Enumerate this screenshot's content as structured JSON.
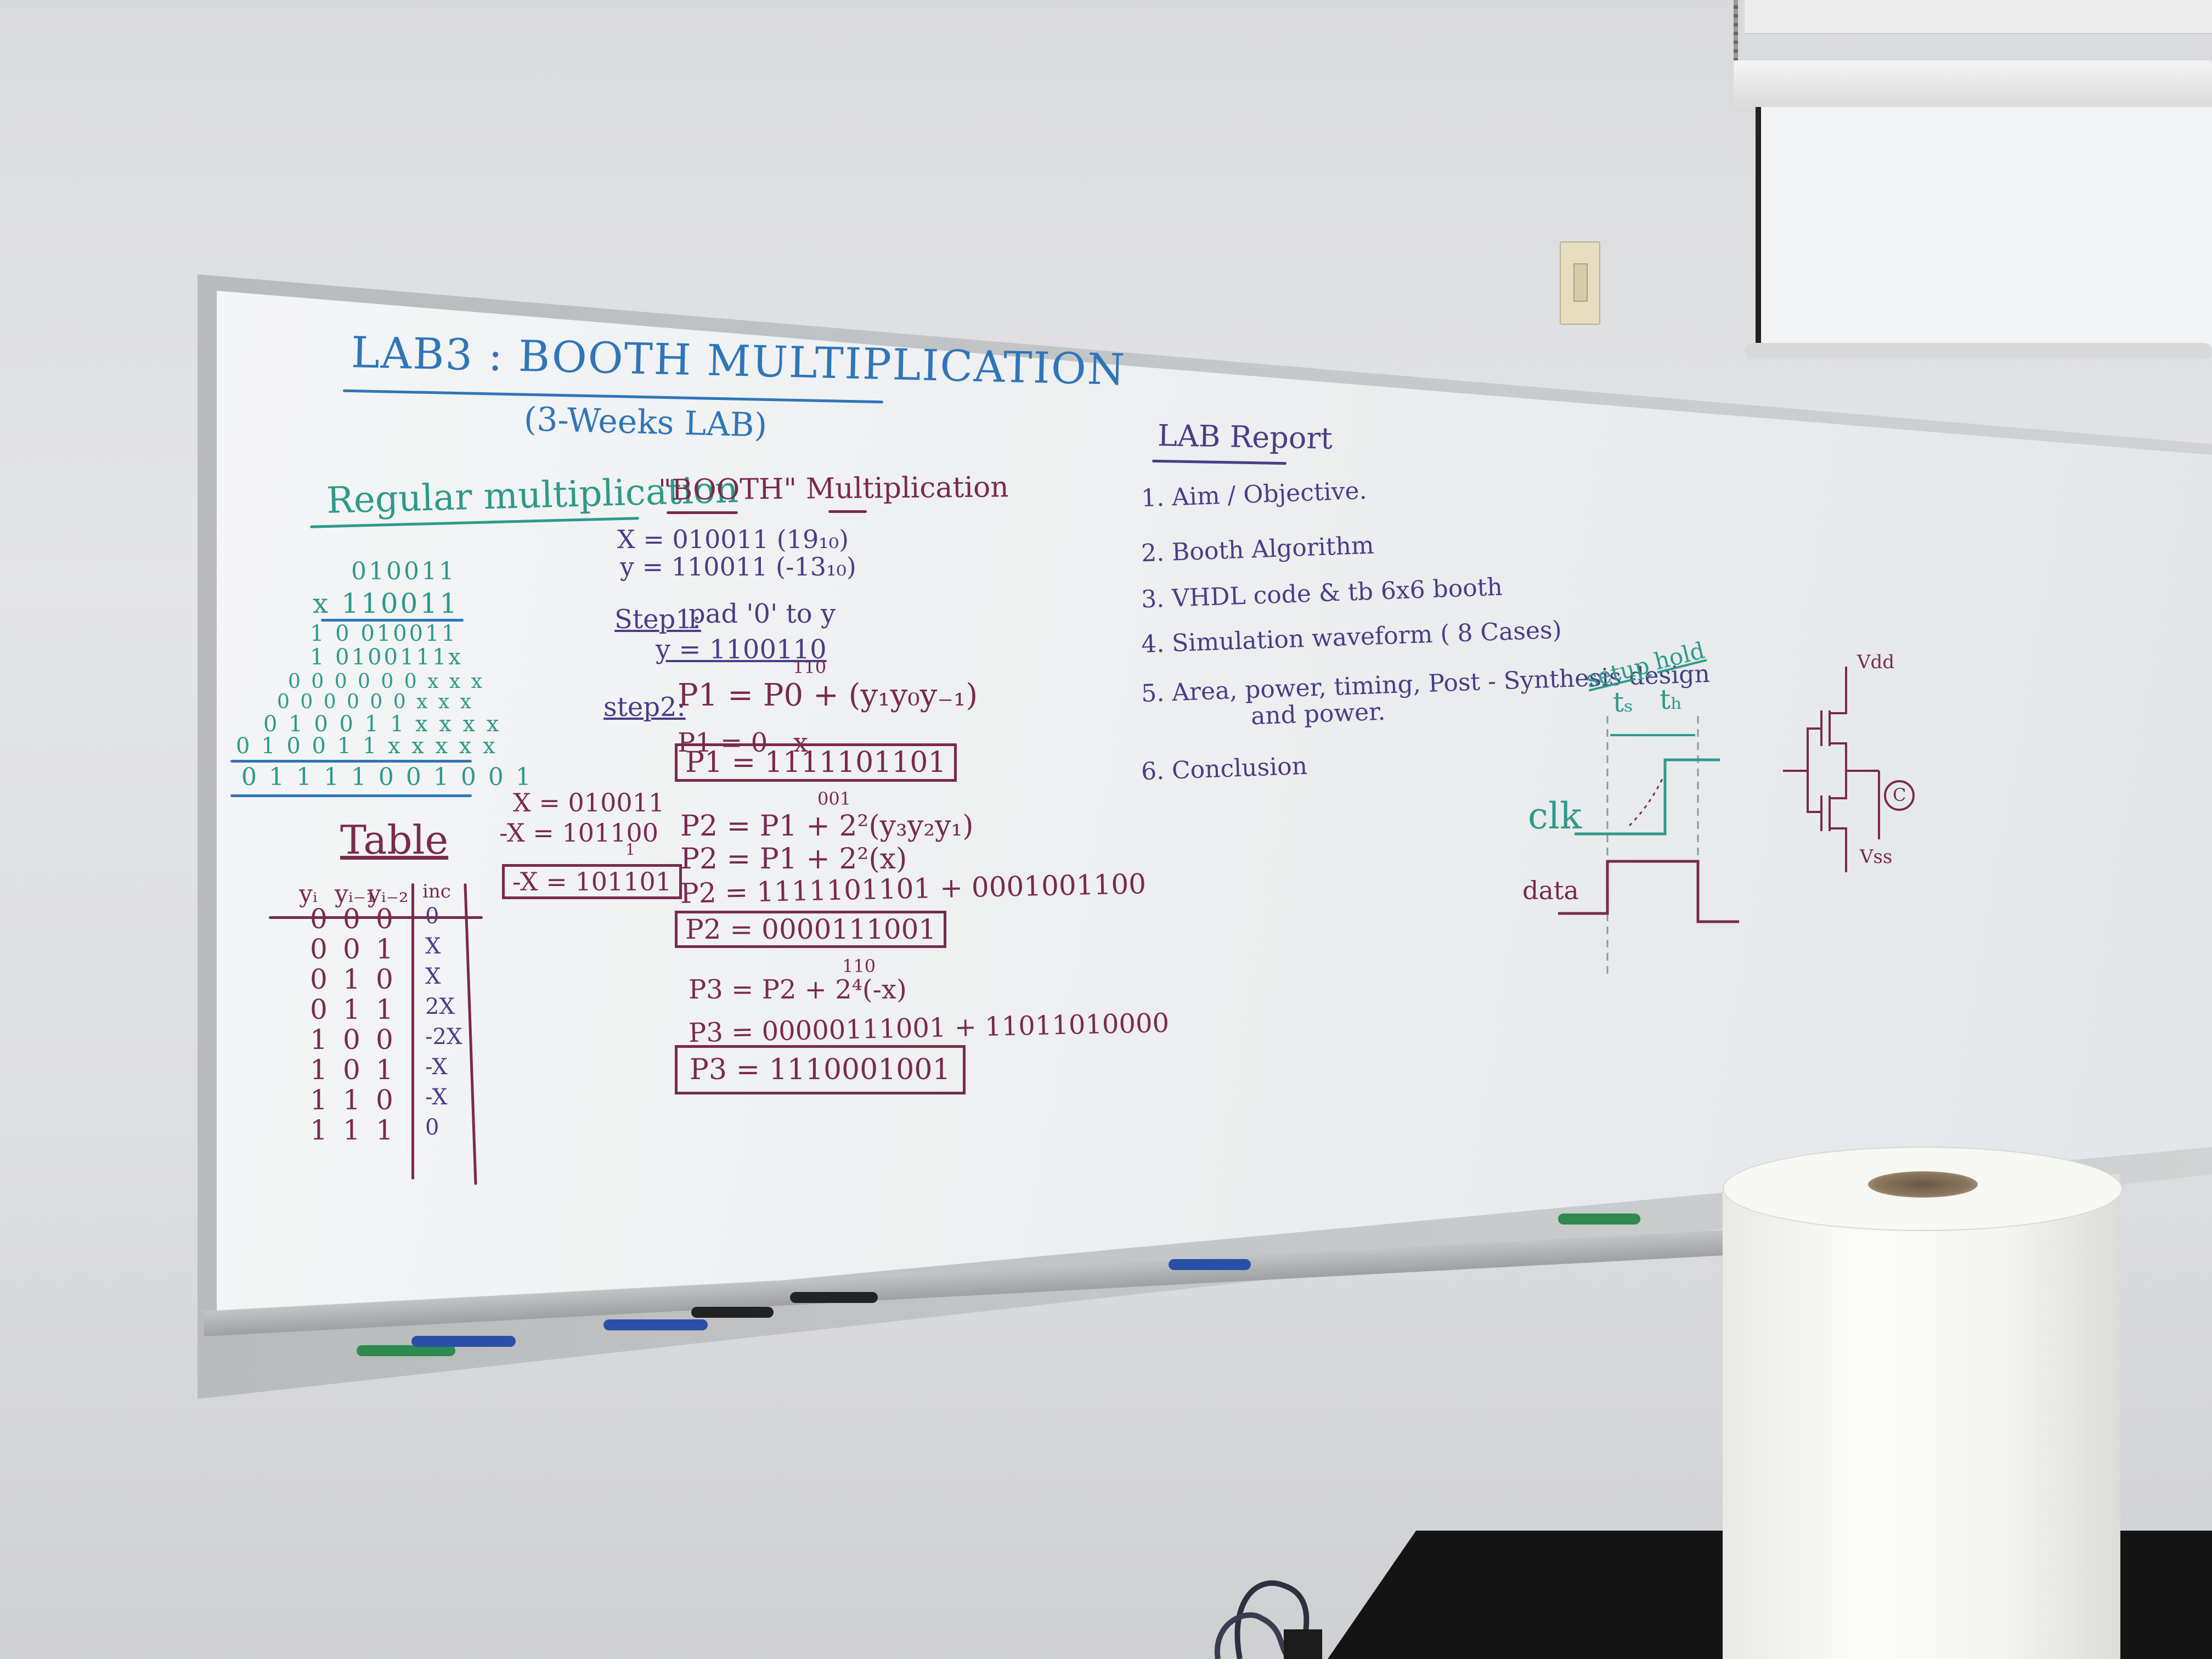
{
  "board": {
    "title": "LAB3 : BOOTH MULTIPLICATION",
    "subtitle": "(3-Weeks LAB)",
    "regular": {
      "heading": "Regular multiplication",
      "rows": [
        "010011",
        "x  110011",
        "1  0 010011",
        "1  0100111x",
        "0  0 0 0 0 0 x x x",
        "0 0  0 0 0 0 x x x",
        "0 1 0 0 1 1 x x x x",
        "0 1 0 0 1 1 x x x x x",
        "0 1 1 1 1 0 0 1 0 0 1"
      ]
    },
    "booth": {
      "heading": "\"BOOTH\" Multiplication",
      "x_def": "X = 010011 (19₁₀)",
      "y_def": "y = 110011 (-13₁₀)",
      "step1_label": "Step1:",
      "step1_text": "pad '0' to y",
      "step1_result": "y = 1100110",
      "step2_label": "step2:",
      "step2_eq": "P1 = P0 + (y₁y₀y₋₁)",
      "step2_sup": "110",
      "p1_a": "P1 = 0 - x",
      "p1_box": "P1 = 1111101101",
      "p2_sup": "001",
      "p2_a": "P2 = P1 + 2²(y₃y₂y₁)",
      "p2_b": "P2 = P1 + 2²(x)",
      "p2_c": "P2 = 1111101101  +  0001001100",
      "p2_box": "P2 = 0000111001",
      "p3_sup": "110",
      "p3_a": "P3 = P2 + 2⁴(-x)",
      "p3_b": "P3 = 00000111001  +  11011010000",
      "p3_box": "P3 =   1110001001"
    },
    "neg_x": {
      "x": "X = 010011",
      "neg": "-X = 101100",
      "carry": "1",
      "box": "-X = 101101"
    },
    "table": {
      "heading": "Table",
      "columns": [
        "yᵢ",
        "yᵢ₋₁",
        "yᵢ₋₂",
        "inc"
      ],
      "rows": [
        [
          "0",
          "0",
          "0",
          "0"
        ],
        [
          "0",
          "0",
          "1",
          "X"
        ],
        [
          "0",
          "1",
          "0",
          "X"
        ],
        [
          "0",
          "1",
          "1",
          "2X"
        ],
        [
          "1",
          "0",
          "0",
          "-2X"
        ],
        [
          "1",
          "0",
          "1",
          "-X"
        ],
        [
          "1",
          "1",
          "0",
          "-X"
        ],
        [
          "1",
          "1",
          "1",
          "0"
        ]
      ]
    },
    "report": {
      "heading": "LAB Report",
      "items": [
        "1. Aim / Objective.",
        "2. Booth Algorithm",
        "3. VHDL code & tb 6x6 booth",
        "4. Simulation waveform ( 8 Cases)",
        "5. Area, power, timing, Post - Synthesis design",
        "and power.",
        "6. Conclusion"
      ]
    },
    "timing": {
      "setup": "setup",
      "hold": "hold",
      "ts": "tₛ",
      "th": "tₕ",
      "clk": "clk",
      "data": "data"
    },
    "circuit": {
      "vdd": "Vdd",
      "vss": "Vss",
      "cap": "C"
    }
  },
  "colors": {
    "blue": "#2f76b9",
    "teal": "#2e9a8a",
    "maroon": "#7a2a4e",
    "purple": "#4a3d86"
  }
}
